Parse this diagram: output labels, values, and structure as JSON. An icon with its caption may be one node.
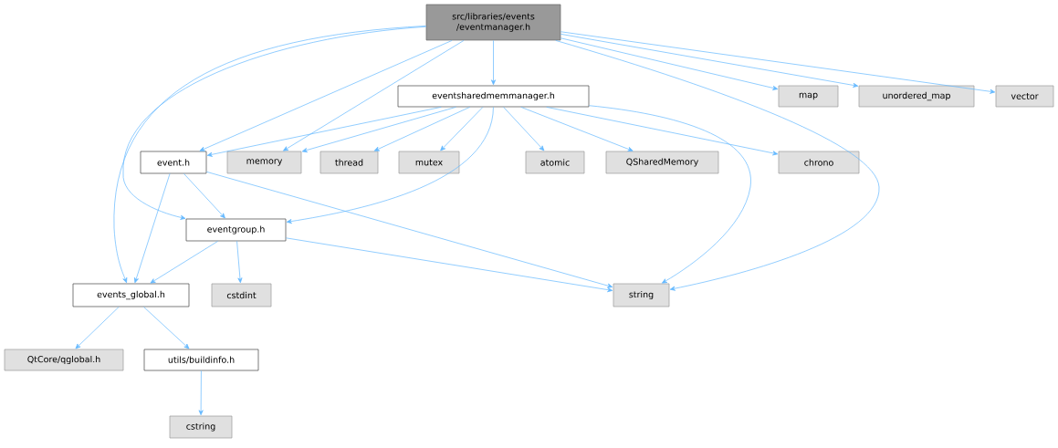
{
  "diagram": {
    "nodes": [
      {
        "text": [
          "src/libraries/events /eventmanager.h"
        ]
      },
      {
        "text": [
          "eventsharedmemmanager.h"
        ]
      },
      {
        "text": [
          "map"
        ]
      },
      {
        "text": [
          "unordered_map"
        ]
      },
      {
        "text": [
          "vector"
        ]
      },
      {
        "text": [
          "event.h"
        ]
      },
      {
        "text": [
          "memory"
        ]
      },
      {
        "text": [
          "thread"
        ]
      },
      {
        "text": [
          "mutex"
        ]
      },
      {
        "text": [
          "atomic"
        ]
      },
      {
        "text": [
          "QSharedMemory"
        ]
      },
      {
        "text": [
          "chrono"
        ]
      },
      {
        "text": [
          "eventgroup.h"
        ]
      },
      {
        "text": [
          "events_global.h"
        ]
      },
      {
        "text": [
          "cstdint"
        ]
      },
      {
        "text": [
          "string"
        ]
      },
      {
        "text": [
          "QtCore/qglobal.h"
        ]
      },
      {
        "text": [
          "utils/buildinfo.h"
        ]
      },
      {
        "text": [
          "cstring"
        ]
      }
    ],
    "edges": [
      {
        "from": 0,
        "to": 1,
        "arrow": "to"
      },
      {
        "from": 0,
        "to": 2,
        "arrow": "to"
      },
      {
        "from": 0,
        "to": 3,
        "arrow": "to"
      },
      {
        "from": 0,
        "to": 4,
        "arrow": "to"
      },
      {
        "from": 0,
        "to": 5,
        "arrow": "to"
      },
      {
        "from": 0,
        "to": 6,
        "arrow": "to"
      },
      {
        "from": 0,
        "to": 12,
        "arrow": "to"
      },
      {
        "from": 0,
        "to": 13,
        "arrow": "to"
      },
      {
        "from": 0,
        "to": 15,
        "arrow": "to"
      },
      {
        "from": 1,
        "to": 5,
        "arrow": "to"
      },
      {
        "from": 1,
        "to": 6,
        "arrow": "to"
      },
      {
        "from": 1,
        "to": 7,
        "arrow": "to"
      },
      {
        "from": 1,
        "to": 8,
        "arrow": "to"
      },
      {
        "from": 1,
        "to": 9,
        "arrow": "to"
      },
      {
        "from": 1,
        "to": 10,
        "arrow": "to"
      },
      {
        "from": 1,
        "to": 11,
        "arrow": "to"
      },
      {
        "from": 1,
        "to": 12,
        "arrow": "to"
      },
      {
        "from": 1,
        "to": 15,
        "arrow": "to"
      },
      {
        "from": 5,
        "to": 12,
        "arrow": "to"
      },
      {
        "from": 5,
        "to": 13,
        "arrow": "to"
      },
      {
        "from": 5,
        "to": 15,
        "arrow": "to"
      },
      {
        "from": 12,
        "to": 13,
        "arrow": "to"
      },
      {
        "from": 12,
        "to": 14,
        "arrow": "to"
      },
      {
        "from": 12,
        "to": 15,
        "arrow": "to"
      },
      {
        "from": 13,
        "to": 16,
        "arrow": "to"
      },
      {
        "from": 13,
        "to": 17,
        "arrow": "to"
      },
      {
        "from": 17,
        "to": 18,
        "arrow": "to"
      }
    ]
  }
}
